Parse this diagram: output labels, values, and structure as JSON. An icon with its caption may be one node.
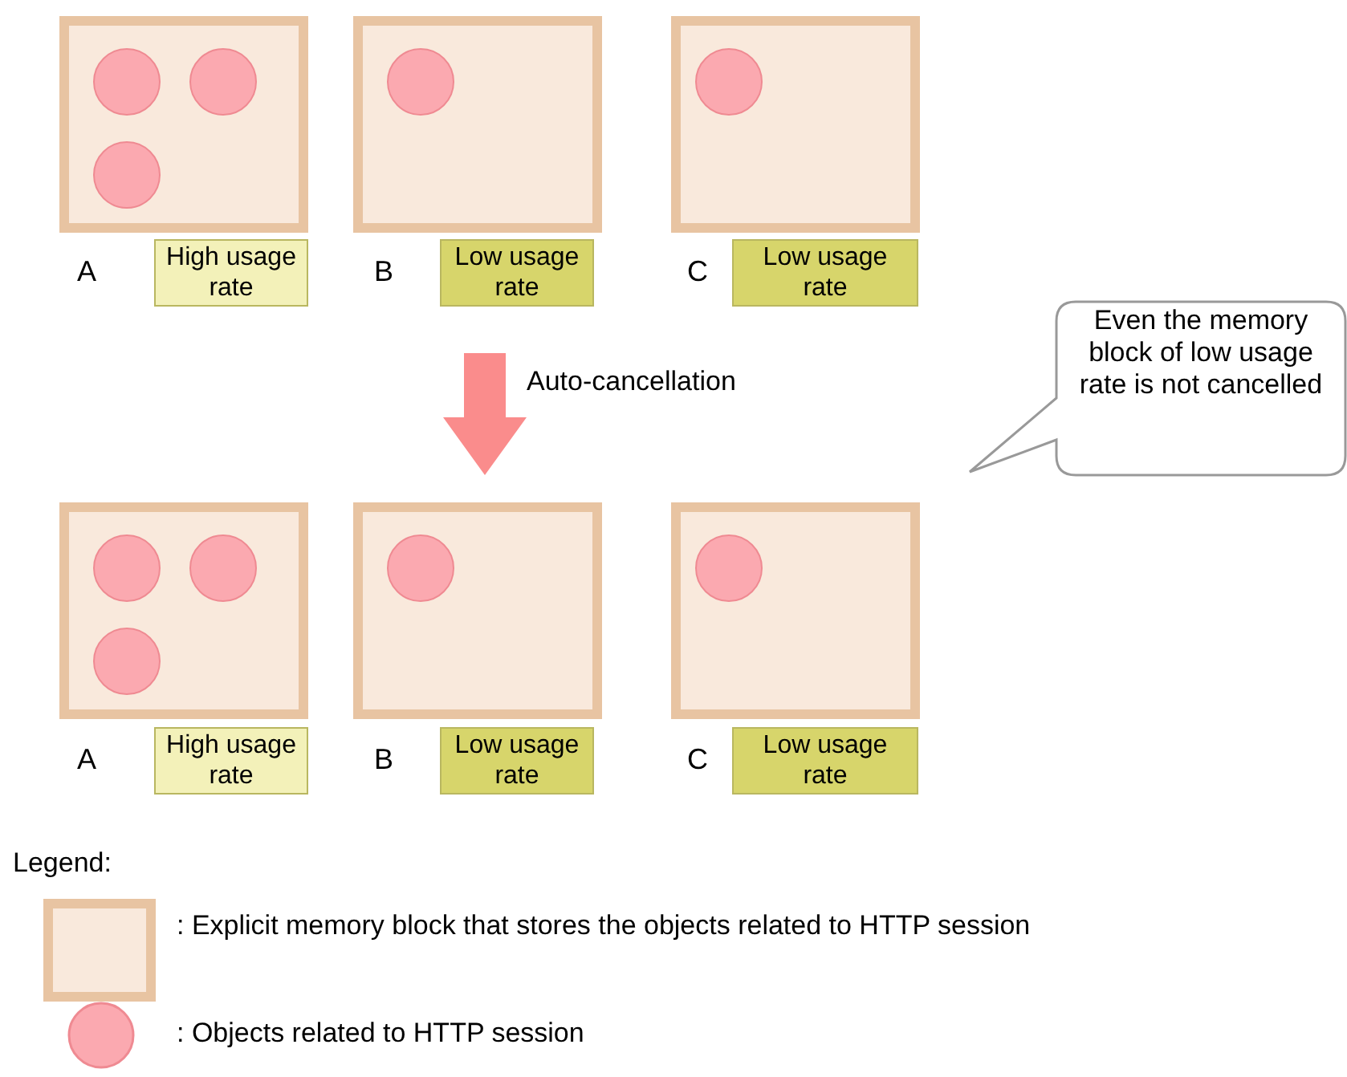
{
  "diagram": {
    "nodes": [
      {
        "text": [],
        "shape": "box"
      },
      {
        "text": [],
        "shape": "circle",
        "in": 0
      },
      {
        "text": [],
        "shape": "circle",
        "in": 0
      },
      {
        "text": [],
        "shape": "circle",
        "in": 0
      },
      {
        "text": [],
        "shape": "box"
      },
      {
        "text": [],
        "shape": "circle",
        "in": 4
      },
      {
        "text": [],
        "shape": "box"
      },
      {
        "text": [],
        "shape": "circle",
        "in": 6
      },
      {
        "text": [
          "High usage rate"
        ],
        "beside": [
          "A"
        ]
      },
      {
        "text": [
          "Low usage rate"
        ],
        "beside": [
          "B"
        ]
      },
      {
        "text": [
          "Low usage rate"
        ],
        "beside": [
          "C"
        ]
      },
      {
        "text": [
          "Even the memory block of low usage rate is not cancelled"
        ]
      },
      {
        "text": [],
        "shape": "box"
      },
      {
        "text": [],
        "shape": "circle",
        "in": 12
      },
      {
        "text": [],
        "shape": "circle",
        "in": 12
      },
      {
        "text": [],
        "shape": "circle",
        "in": 12
      },
      {
        "text": [],
        "shape": "box"
      },
      {
        "text": [],
        "shape": "circle",
        "in": 16
      },
      {
        "text": [],
        "shape": "box"
      },
      {
        "text": [],
        "shape": "circle",
        "in": 18
      },
      {
        "text": [
          "High usage rate"
        ],
        "beside": [
          "A"
        ]
      },
      {
        "text": [
          "Low usage rate"
        ],
        "beside": [
          "B"
        ]
      },
      {
        "text": [
          "Low usage rate"
        ],
        "beside": [
          "C"
        ]
      }
    ],
    "labels": [
      "Auto-cancellation",
      "Legend:"
    ],
    "legend": [
      {
        "text": ": Explicit memory block that stores the objects related to HTTP session"
      },
      {
        "text": ": Objects related to HTTP session"
      }
    ]
  }
}
